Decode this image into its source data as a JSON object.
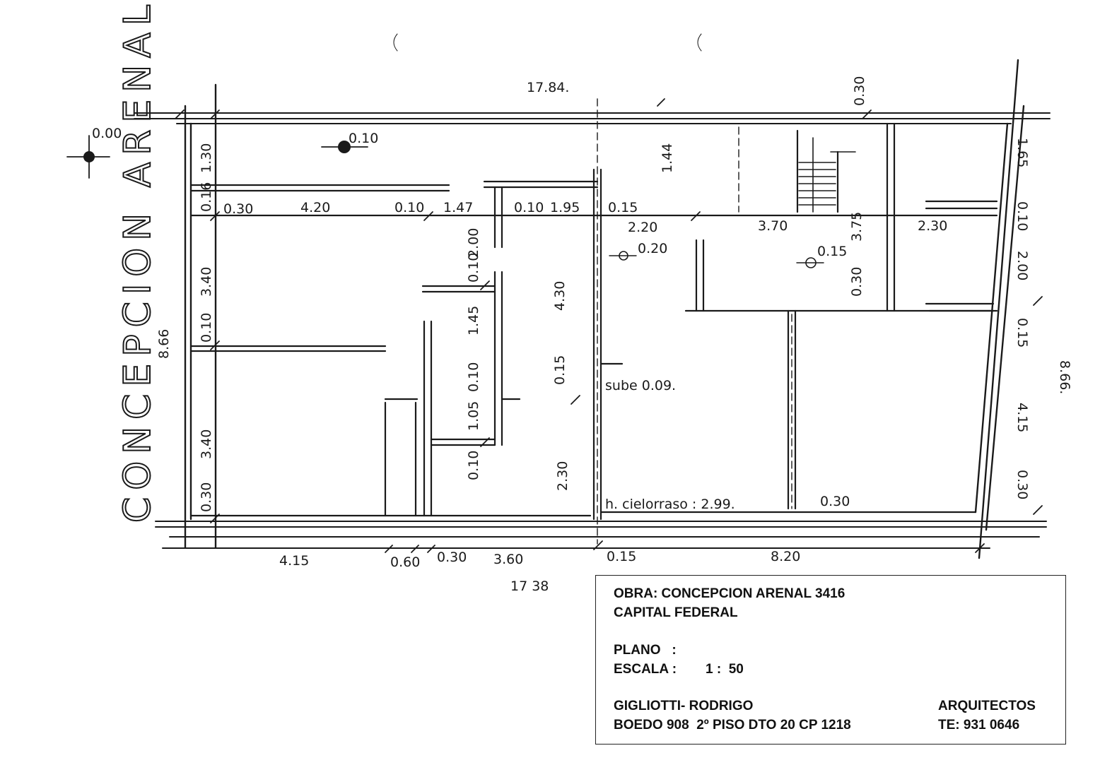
{
  "street_name": "CONCEPCION ARENAL",
  "annotations": {
    "top_total": "17.84.",
    "bottom_total": "17 38",
    "left_height": "8.66",
    "right_height": "8.66.",
    "level_street": "0.00",
    "level_1": "0.10",
    "level_2": "0.20",
    "level_3": "0.15",
    "subtitle_subebe": "sube 0.09.",
    "ceiling_height": "h. cielorraso : 2.99.",
    "floor_030": "0.30",
    "dims_top_row": [
      "0.30",
      "4.20",
      "0.10",
      "1.47",
      "0.10",
      "1.95",
      "0.15",
      "2.20",
      "3.70",
      "3.75",
      "2.30"
    ],
    "dims_bottom_row": [
      "4.15",
      "0.60",
      "0.30",
      "3.60",
      "0.15",
      "8.20"
    ],
    "dims_left_col": [
      "1.30",
      "0.16",
      "3.40",
      "0.10",
      "3.40",
      "0.30"
    ],
    "dims_right_col": [
      "1.65",
      "0.10",
      "2.00",
      "0.15",
      "4.15",
      "0.30"
    ],
    "dims_interior": [
      "2.00",
      "0.10",
      "1.45",
      "0.10",
      "1.05",
      "0.10",
      "4.30",
      "0.15",
      "2.30",
      "1.44",
      "0.30",
      "0.30"
    ]
  },
  "title_block": {
    "obra": "OBRA: CONCEPCION ARENAL 3416",
    "city": "CAPITAL FEDERAL",
    "plano_label": "PLANO   :",
    "escala_label": "ESCALA :",
    "escala_value": "1 :  50",
    "authors": "GIGLIOTTI- RODRIGO",
    "address": "BOEDO 908  2º PISO DTO 20 CP 1218",
    "role": "ARQUITECTOS",
    "phone": "TE: 931 0646"
  }
}
